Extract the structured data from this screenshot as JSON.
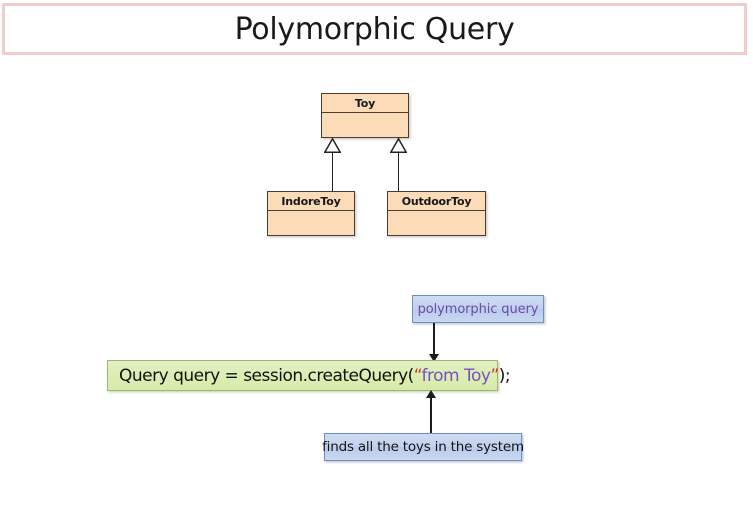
{
  "slide": {
    "title": "Polymorphic Query",
    "background_color": "#ffffff",
    "title_border_color": "#f0cdcd"
  },
  "class_diagram": {
    "superclass": {
      "name": "Toy",
      "fill_color": "#fcdcb8",
      "border_color": "#4a3c2e"
    },
    "subclasses": [
      {
        "name": "IndoreToy",
        "fill_color": "#fcdcb8",
        "border_color": "#4a3c2e",
        "relation": "inheritance"
      },
      {
        "name": "OutdoorToy",
        "fill_color": "#fcdcb8",
        "border_color": "#4a3c2e",
        "relation": "inheritance"
      }
    ]
  },
  "annotations": {
    "top_callout": {
      "label": "polymorphic query",
      "text_color": "#6a4ba8",
      "fill_color": "#c2d2ee",
      "border_color": "#6f8fc4",
      "points_to": "code-snippet"
    },
    "bottom_callout": {
      "label": "finds all the toys in the system",
      "text_color": "#141414",
      "fill_color": "#c2d2ee",
      "border_color": "#6f8fc4",
      "points_to": "code-snippet"
    }
  },
  "code_snippet": {
    "fill_color": "#dbeeb4",
    "border_color": "#9cb86a",
    "segments": [
      {
        "text": "Query query = session.createQuery(",
        "color": "#111111"
      },
      {
        "text": "“",
        "color": "#d03a1c"
      },
      {
        "text": "from Toy",
        "color": "#7a4fc0"
      },
      {
        "text": "”",
        "color": "#d03a1c"
      },
      {
        "text": ");",
        "color": "#111111"
      }
    ],
    "plain_text": "Query query = session.createQuery(“from Toy”);"
  }
}
